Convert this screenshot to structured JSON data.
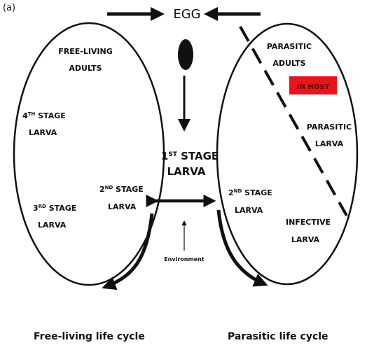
{
  "panel_label": "(a)",
  "egg": {
    "label": "EGG"
  },
  "first_stage": {
    "line1_main": "1",
    "line1_sup": "ST",
    "line1_rest": " STAGE",
    "line2": "LARVA"
  },
  "free_living": {
    "adults_line1": "FREE-LIVING",
    "adults_line2": "ADULTS",
    "fourth": {
      "main": "4",
      "sup": "TH",
      "rest": " STAGE",
      "line2": "LARVA"
    },
    "third": {
      "main": "3",
      "sup": "RD",
      "rest": " STAGE",
      "line2": "LARVA"
    },
    "second": {
      "main": "2",
      "sup": "ND",
      "rest": " STAGE",
      "line2": "LARVA"
    }
  },
  "parasitic": {
    "adults_line1": "PARASITIC",
    "adults_line2": "ADULTS",
    "host_badge": "IN HOST",
    "larva_line1": "PARASITIC",
    "larva_line2": "LARVA",
    "second": {
      "main": "2",
      "sup": "ND",
      "rest": " STAGE",
      "line2": "LARVA"
    },
    "infective_line1": "INFECTIVE",
    "infective_line2": "LARVA"
  },
  "environment_label": "Environment",
  "captions": {
    "left": "Free-living life cycle",
    "right": "Parasitic life cycle"
  },
  "colors": {
    "ink": "#111111",
    "host_badge": "#e8141c"
  }
}
